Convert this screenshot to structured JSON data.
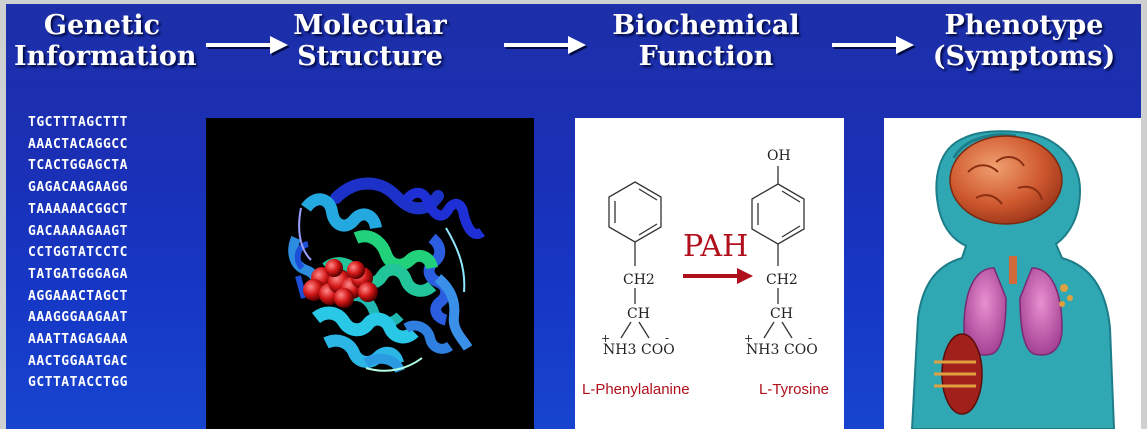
{
  "headings": {
    "genetic": [
      "Genetic",
      "Information"
    ],
    "molecular": [
      "Molecular",
      "Structure"
    ],
    "biochemical": [
      "Biochemical",
      "Function"
    ],
    "phenotype": [
      "Phenotype",
      "(Symptoms)"
    ]
  },
  "dna_sequence": [
    "TGCTTTAGCTTT",
    "AAACTACAGGCC",
    "TCACTGGAGCTA",
    "GAGACAAGAAGG",
    "TAAAAAACGGCT",
    "GACAAAAGAAGT",
    "CCTGGTATCCTC",
    "TATGATGGGAGA",
    "AGGAAACTAGCT",
    "AAAGGGAAGAAT",
    "AAATTAGAGAAA",
    "AACTGGAATGAC",
    "GCTTATACCTGG"
  ],
  "chemistry": {
    "enzyme": "PAH",
    "hydroxyl": "OH",
    "ch2": "CH2",
    "ch": "CH",
    "nh3": "NH3",
    "coo": "COO",
    "plus": "+",
    "minus": "-",
    "substrate": "L-Phenylalanine",
    "product": "L-Tyrosine"
  },
  "colors": {
    "background": "#1a2fb4",
    "heading_text": "#ffffff",
    "enzyme_red": "#b0101c"
  }
}
